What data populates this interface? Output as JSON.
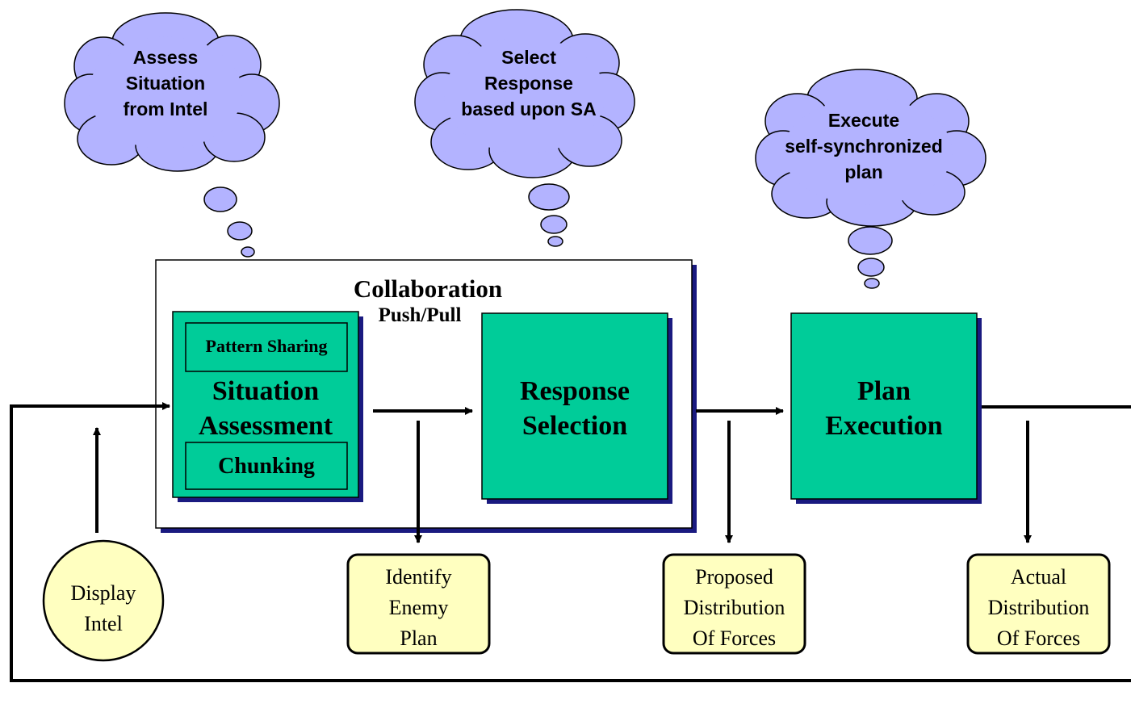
{
  "clouds": {
    "assess": [
      "Assess",
      "Situation",
      "from Intel"
    ],
    "select": [
      "Select",
      "Response",
      "based upon SA"
    ],
    "execute": [
      "Execute",
      "self-synchronized",
      "plan"
    ]
  },
  "collaboration": {
    "title": "Collaboration",
    "subtitle": "Push/Pull"
  },
  "situation_box": {
    "title_line1": "Situation",
    "title_line2": "Assessment",
    "top_label": "Pattern Sharing",
    "bottom_label": "Chunking"
  },
  "response_box": {
    "line1": "Response",
    "line2": "Selection"
  },
  "plan_box": {
    "line1": "Plan",
    "line2": "Execution"
  },
  "intel": [
    "Display",
    "Intel"
  ],
  "outputs": {
    "identify": [
      "Identify",
      "Enemy",
      "Plan"
    ],
    "proposed": [
      "Proposed",
      "Distribution",
      "Of Forces"
    ],
    "actual": [
      "Actual",
      "Distribution",
      "Of Forces"
    ]
  },
  "colors": {
    "cloud_fill": "#b3b3ff",
    "box_fill": "#00cc99",
    "box_shadow": "#1a1a80",
    "output_fill": "#ffffc0",
    "line": "#000000"
  }
}
